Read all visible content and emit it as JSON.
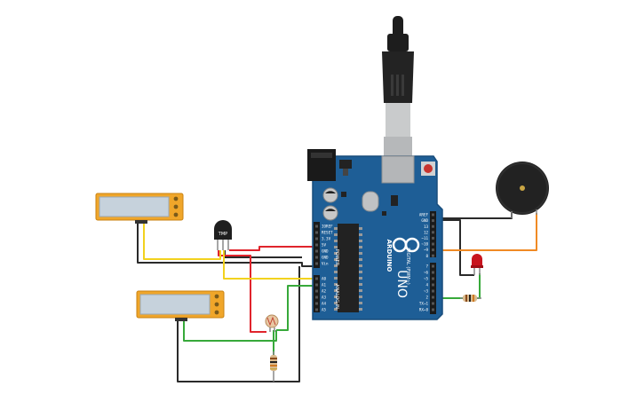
{
  "board": {
    "name": "ARDUINO",
    "model": "UNO",
    "power_label": "POWER",
    "analog_label": "ANALOG IN",
    "digital_label": "DIGITAL (PWM~)",
    "power_pins": [
      "IOREF",
      "RESET",
      "3.3V",
      "5V",
      "GND",
      "GND",
      "Vin"
    ],
    "analog_pins": [
      "A0",
      "A1",
      "A2",
      "A3",
      "A4",
      "A5"
    ],
    "digital_top": [
      "AREF",
      "GND",
      "13",
      "12",
      "~11",
      "~10",
      "~9",
      "8"
    ],
    "digital_bottom": [
      "7",
      "~6",
      "~5",
      "4",
      "~3",
      "2",
      "TX→1",
      "RX←0"
    ],
    "color": "#1e5e96"
  },
  "components": {
    "temp_sensor_label": "TMP",
    "lcd_color": "#f0a62a",
    "lcd_screen": "#c6d2dc",
    "led_color": "#c8141e",
    "buzzer_color": "#222222"
  },
  "wires": {
    "black": "#2a2a2a",
    "red": "#e0242c",
    "yellow": "#f2d21e",
    "green": "#37a93a",
    "orange": "#f08a24"
  }
}
